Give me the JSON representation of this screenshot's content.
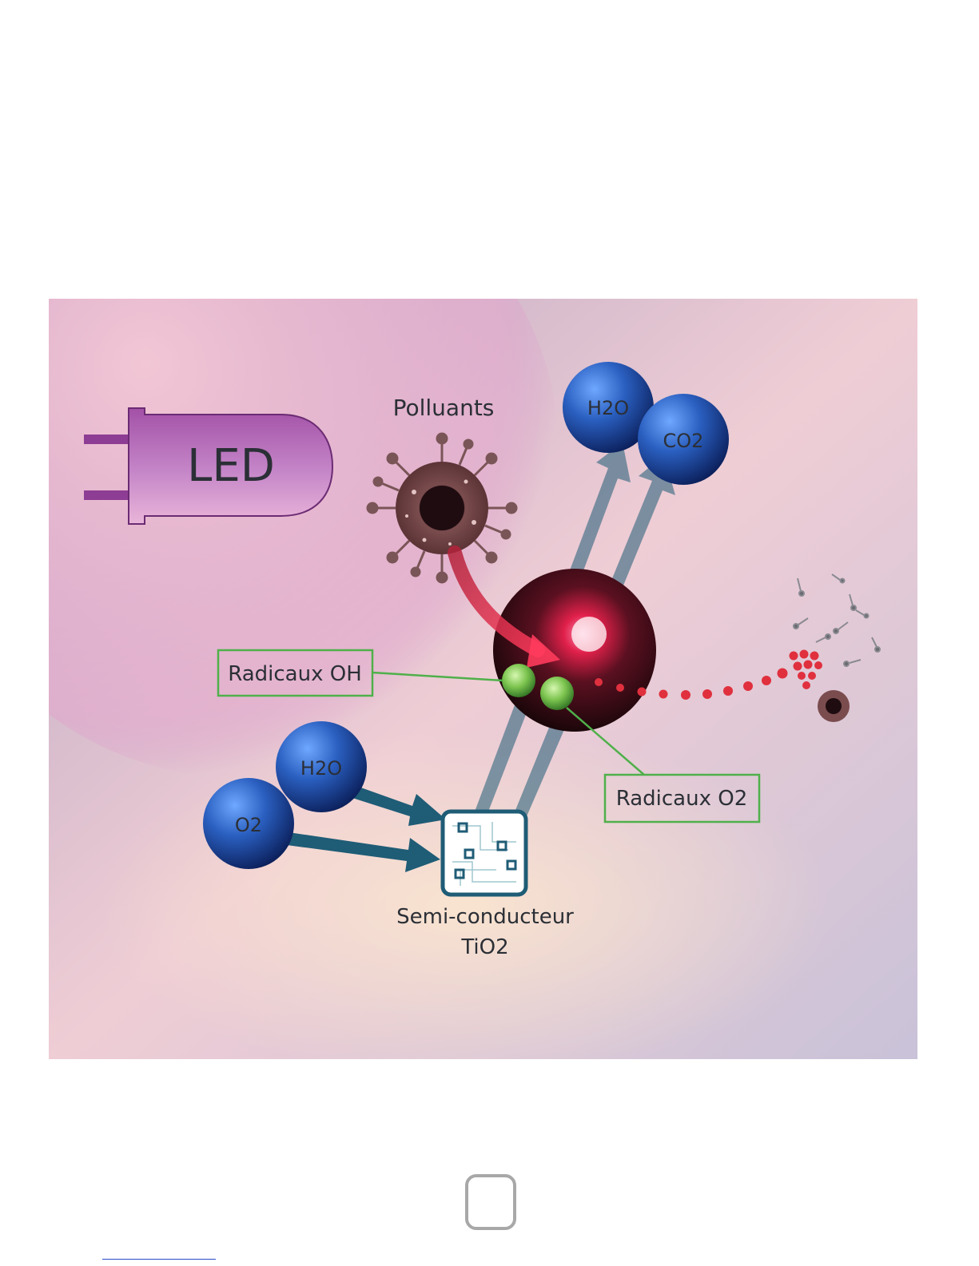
{
  "diagram": {
    "led_label": "LED",
    "pollutants_label": "Polluants",
    "h2o_top_label": "H2O",
    "co2_label": "CO2",
    "h2o_bottom_label": "H2O",
    "o2_label": "O2",
    "radicals_oh_label": "Radicaux OH",
    "radicals_o2_label": "Radicaux O2",
    "semiconductor_line1": "Semi-conducteur",
    "semiconductor_line2": "TiO2"
  },
  "colors": {
    "led_purple": "#8e3d94",
    "arrow_teal": "#1f5c76",
    "pollutant_red": "#e0303e",
    "radical_green": "#4fb04a",
    "sphere_blue": "#1f4ea8"
  }
}
